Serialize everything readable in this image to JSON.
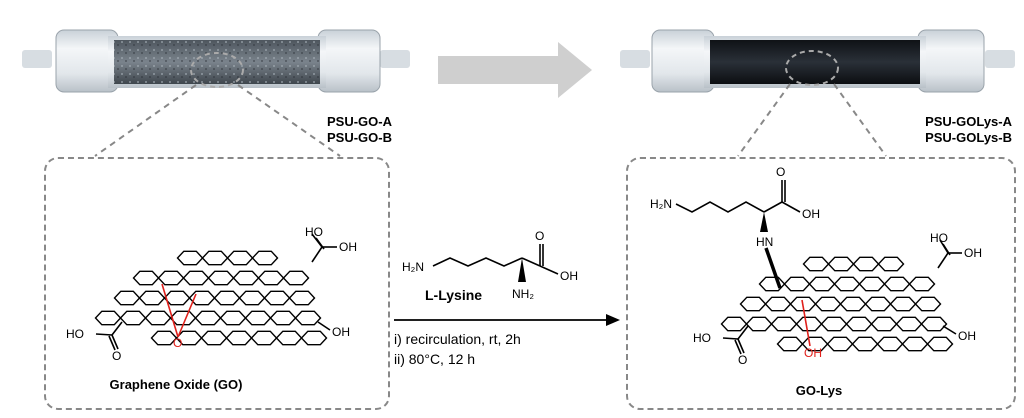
{
  "samples": {
    "left": [
      "PSU-GO-A",
      "PSU-GO-B"
    ],
    "right": [
      "PSU-GOLys-A",
      "PSU-GOLys-B"
    ]
  },
  "panels": {
    "left_caption": "Graphene Oxide (GO)",
    "right_caption": "GO-Lys"
  },
  "reaction": {
    "reagent_name": "L-Lysine",
    "condition_1": "i) recirculation, rt, 2h",
    "condition_2": "ii) 80°C, 12 h"
  },
  "chem_labels": {
    "ho": "HO",
    "oh": "OH",
    "o": "O",
    "h2n": "H₂N",
    "nh2": "NH₂",
    "hn": "HN"
  },
  "colors": {
    "dashed": "#888888",
    "epoxide_red": "#e0201b",
    "column_glass": "#dfe5ea",
    "packing_gray": "#6d7680",
    "packing_dark": "#1c2026"
  }
}
